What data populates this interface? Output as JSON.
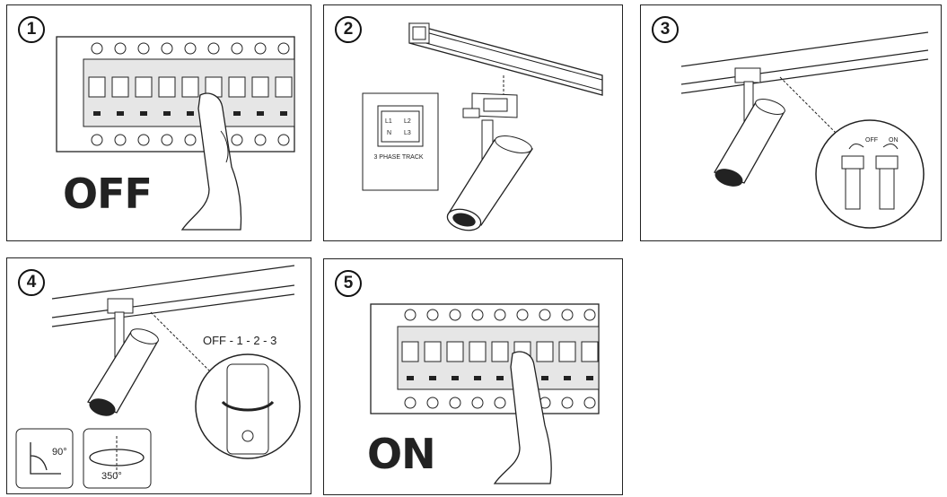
{
  "steps": [
    {
      "number": "1",
      "label": "OFF"
    },
    {
      "number": "2",
      "inset_text": "3 PHASE TRACK",
      "terminal_labels": [
        "L1",
        "L2",
        "N",
        "L3"
      ]
    },
    {
      "number": "3",
      "switch_off": "OFF",
      "switch_on": "ON"
    },
    {
      "number": "4",
      "sequence": "OFF - 1 - 2 - 3",
      "tilt": "90°",
      "rotation": "350°"
    },
    {
      "number": "5",
      "label": "ON"
    }
  ]
}
